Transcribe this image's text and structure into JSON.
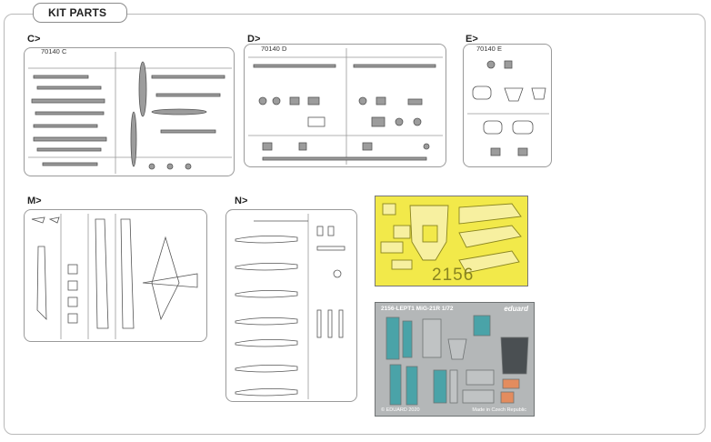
{
  "header": {
    "title": "KIT PARTS"
  },
  "sprues": {
    "c": {
      "label": "C>",
      "code": "70140 C"
    },
    "d": {
      "label": "D>",
      "code": "70140 D"
    },
    "e": {
      "label": "E>",
      "code": "70140 E"
    },
    "m": {
      "label": "M>"
    },
    "n": {
      "label": "N>"
    }
  },
  "mask": {
    "number": "2156"
  },
  "photo_etch": {
    "title": "2156-LEPT1  MiG-21R  1/72",
    "brand": "eduard",
    "copyright": "© EDUARD 2020",
    "made_in": "Made in Czech Republic"
  }
}
